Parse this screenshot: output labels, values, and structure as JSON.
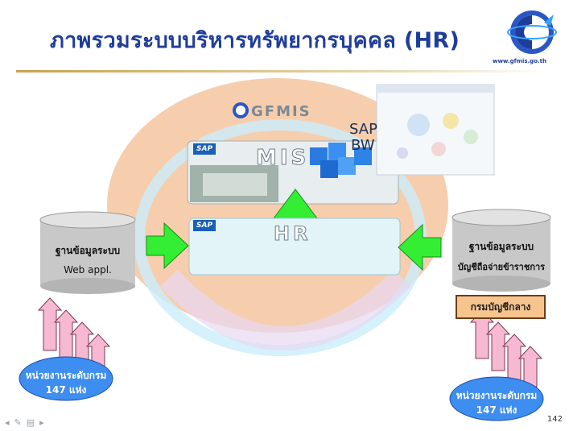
{
  "title": "ภาพรวมระบบบริหารทรัพยากรบุคคล (HR)",
  "logo": {
    "url_text": "www.gfmis.go.th",
    "icon": "gfmis-globe-logo"
  },
  "diagram": {
    "gfmis_label": "GFMIS",
    "mis": {
      "sap_tag": "SAP",
      "label": "MIS"
    },
    "sap_bw": {
      "line1": "SAP",
      "line2": "BW"
    },
    "hr": {
      "sap_tag": "SAP",
      "label": "HR"
    },
    "left_db": {
      "line1": "ฐานข้อมูลระบบ",
      "line2": "Web appl."
    },
    "right_db": {
      "line1": "ฐานข้อมูลระบบ",
      "line2": "บัญชีถือจ่ายข้าราชการ"
    },
    "comptroller_box": "กรมบัญชีกลาง",
    "left_units": {
      "line1": "หน่วยงานระดับกรม",
      "line2": "147 แห่ง"
    },
    "right_units": {
      "line1": "หน่วยงานระดับกรม",
      "line2": "147 แห่ง"
    }
  },
  "page_number": "142",
  "colors": {
    "title": "#1f3d9a",
    "orange_blob": "#f6c9a4",
    "hr_box": "#e2f4f7",
    "green_arrow": "#33ee33",
    "pink_arrow": "#f7b8d2",
    "oval_blue": "#3d8ef0",
    "cylinder": "#c8c8c8"
  }
}
